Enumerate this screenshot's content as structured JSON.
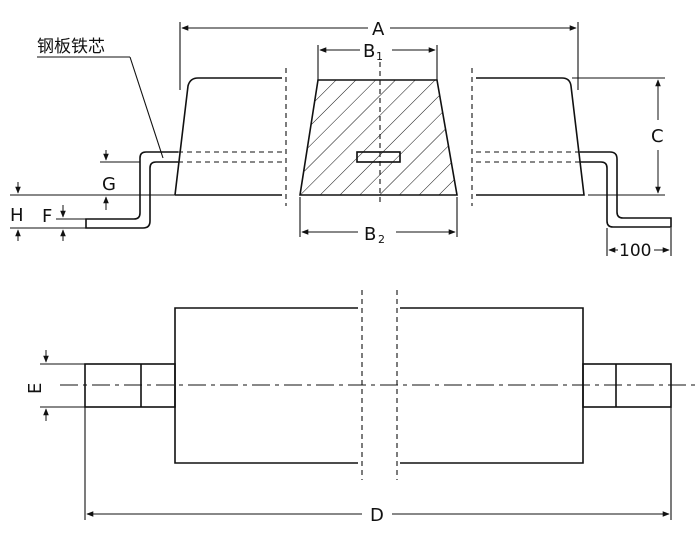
{
  "labels": {
    "A": "A",
    "B1_main": "B",
    "B1_sub": "1",
    "B2_main": "B",
    "B2_sub": "2",
    "C": "C",
    "D": "D",
    "E": "E",
    "F": "F",
    "G": "G",
    "H": "H",
    "dim_100": "100",
    "core_label": "钢板铁芯"
  }
}
